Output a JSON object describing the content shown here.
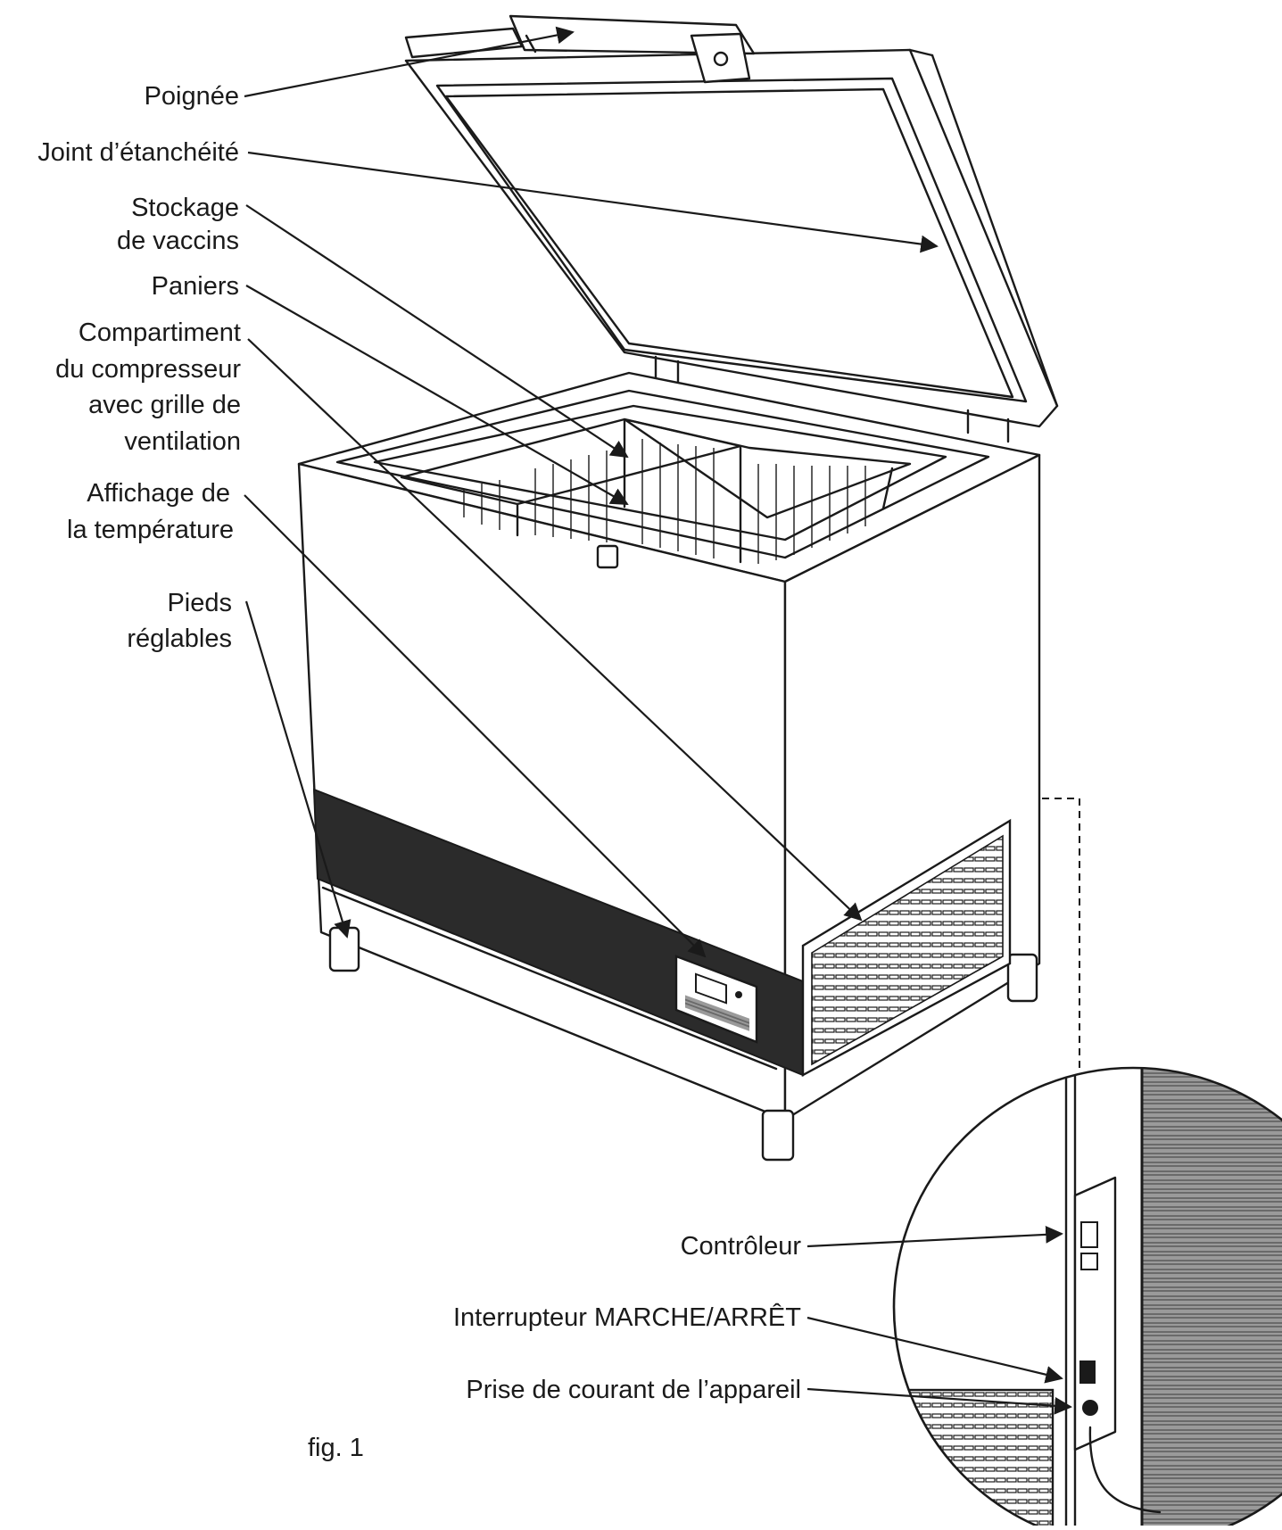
{
  "labels": {
    "poignee": "Poignée",
    "joint": "Joint d’étanchéité",
    "stockage_1": "Stockage",
    "stockage_2": "de vaccins",
    "paniers": "Paniers",
    "compartiment_1": "Compartiment",
    "compartiment_2": "du compresseur",
    "compartiment_3": "avec grille de",
    "compartiment_4": "ventilation",
    "affichage_1": "Affichage de",
    "affichage_2": "la température",
    "pieds_1": "Pieds",
    "pieds_2": "réglables",
    "controleur": "Contrôleur",
    "interrupteur": "Interrupteur MARCHE/ARRÊT",
    "prise": "Prise de courant de l’appareil"
  },
  "caption": "fig. 1"
}
